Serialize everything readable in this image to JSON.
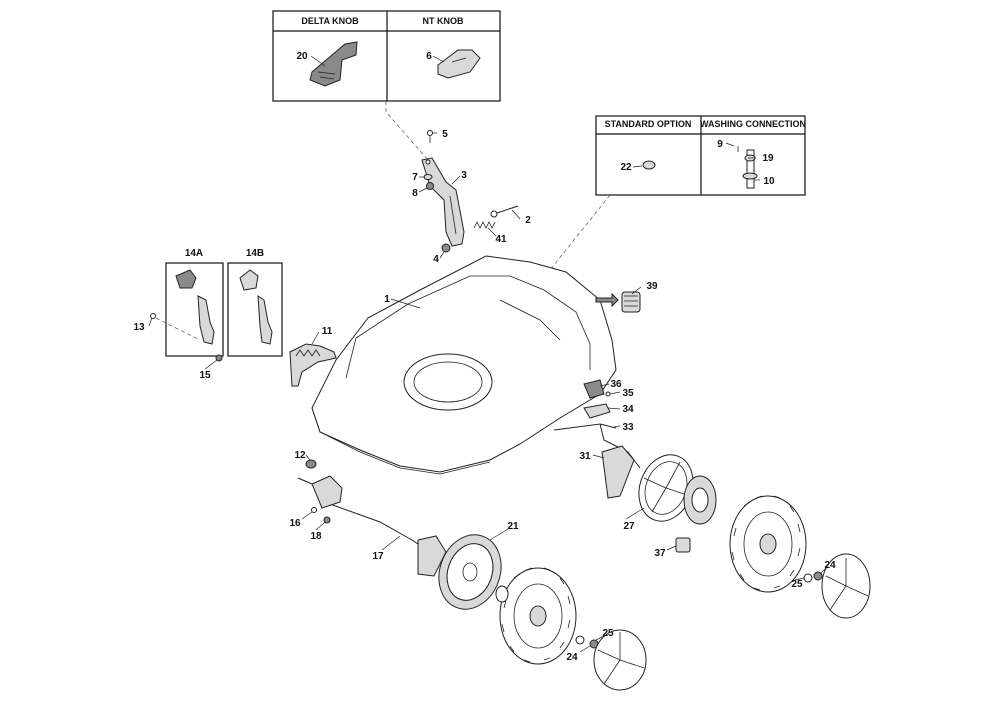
{
  "boxes": {
    "delta_knob": "DELTA KNOB",
    "nt_knob": "NT KNOB",
    "standard_option": "STANDARD OPTION",
    "washing_connection": "WASHING CONNECTION"
  },
  "parts": {
    "p1": "1",
    "p2": "2",
    "p3": "3",
    "p4": "4",
    "p5": "5",
    "p6": "6",
    "p7": "7",
    "p8": "8",
    "p9": "9",
    "p10": "10",
    "p11": "11",
    "p12": "12",
    "p13": "13",
    "p14a": "14A",
    "p14b": "14B",
    "p15": "15",
    "p16": "16",
    "p17": "17",
    "p18": "18",
    "p19": "19",
    "p20": "20",
    "p21": "21",
    "p22": "22",
    "p24a": "24",
    "p24b": "24",
    "p25a": "25",
    "p25b": "25",
    "p27": "27",
    "p31": "31",
    "p33": "33",
    "p34": "34",
    "p35": "35",
    "p36": "36",
    "p37": "37",
    "p39": "39",
    "p41": "41"
  }
}
